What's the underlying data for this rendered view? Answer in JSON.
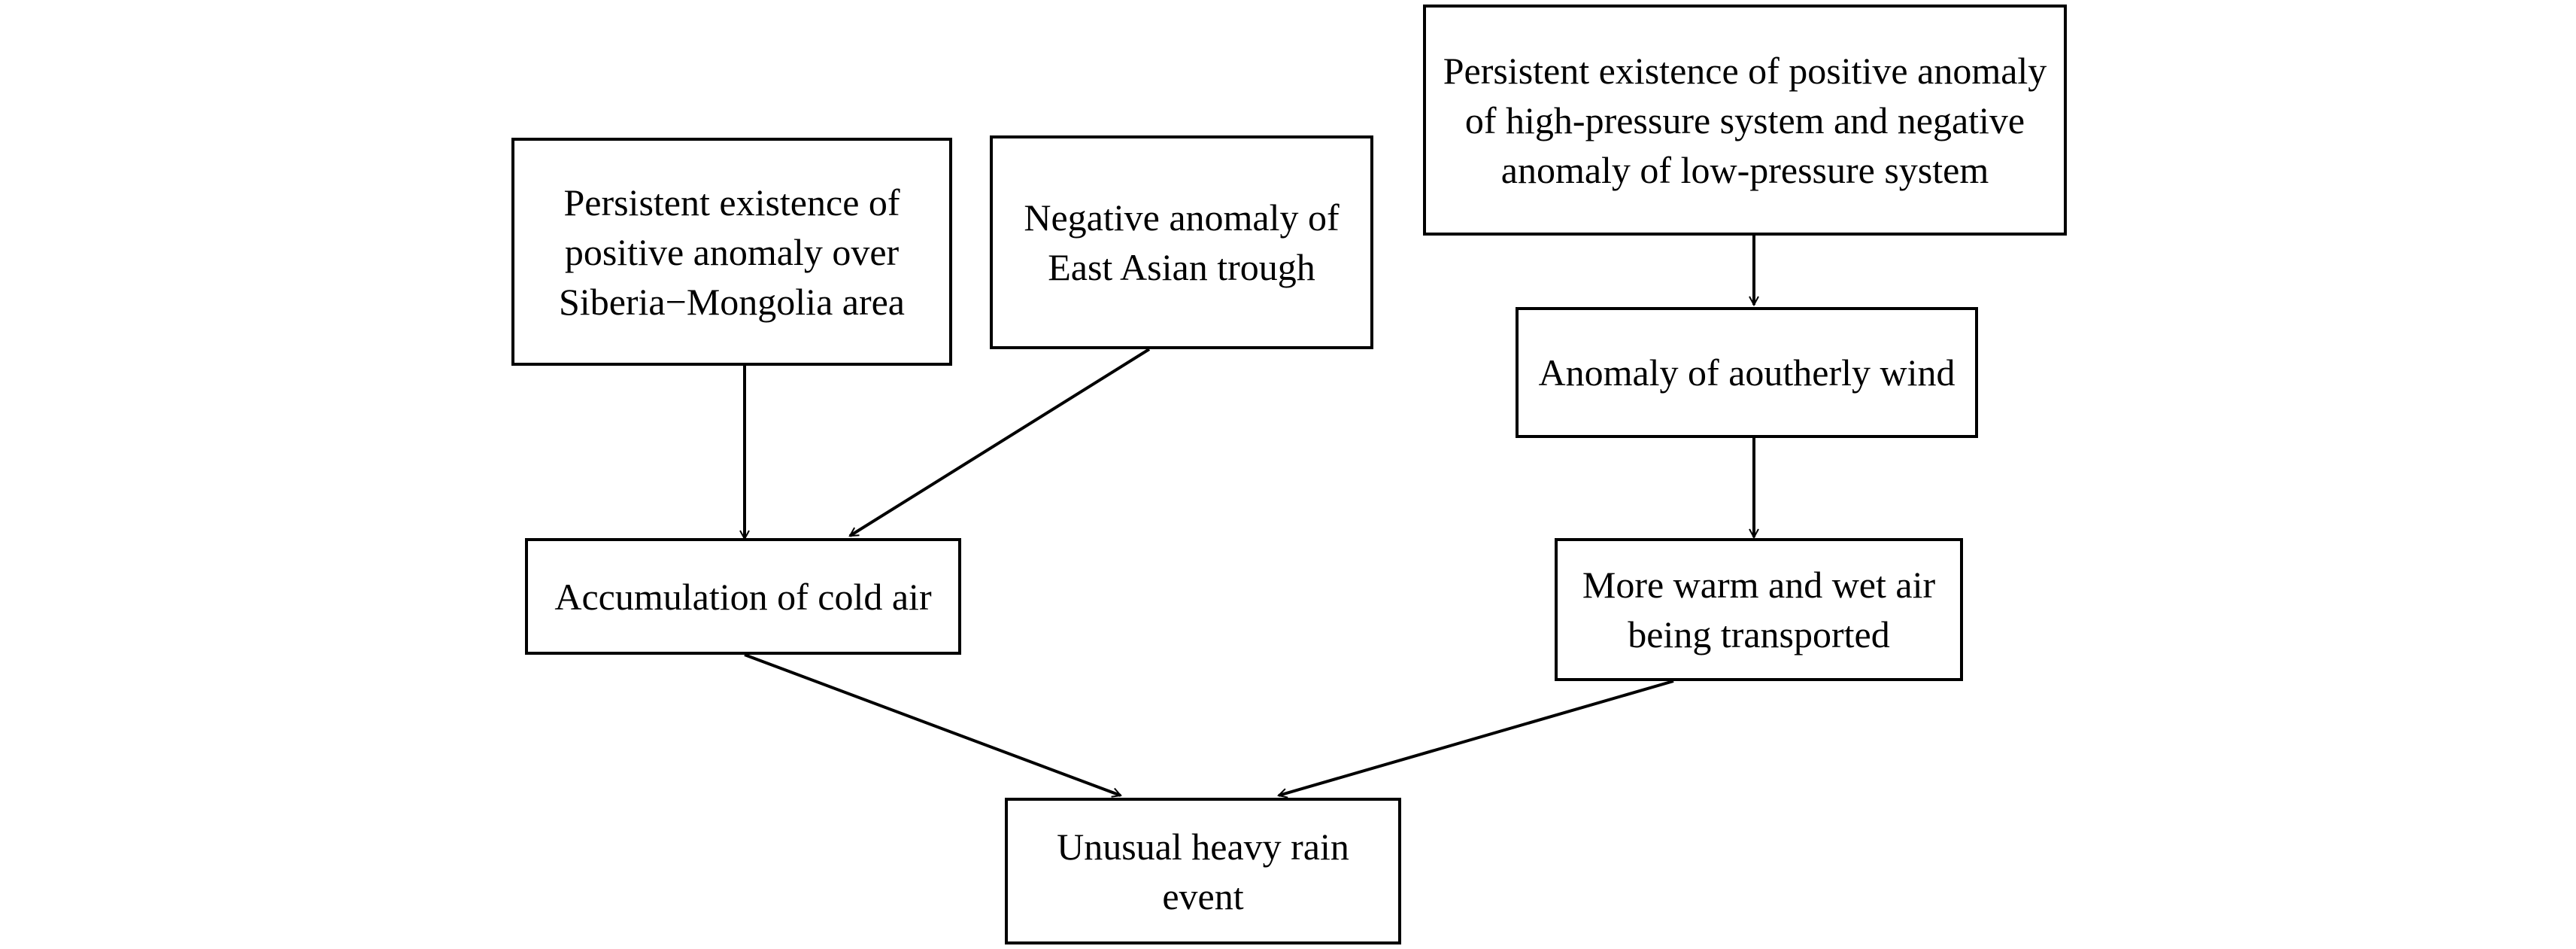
{
  "nodes": {
    "siberia": {
      "label": "Persistent existence of positive anomaly over Siberia−Mongolia area"
    },
    "east_asian_trough": {
      "label": "Negative anomaly of East Asian trough"
    },
    "pressure_system": {
      "label": "Persistent existence of positive anomaly of high-pressure system and negative anomaly of low-pressure system"
    },
    "southerly_wind": {
      "label": "Anomaly of aoutherly wind"
    },
    "cold_air": {
      "label": "Accumulation of cold air"
    },
    "warm_wet_air": {
      "label": "More warm and wet air being transported"
    },
    "heavy_rain": {
      "label": "Unusual heavy rain event"
    }
  },
  "edges": [
    {
      "from": "siberia",
      "to": "cold_air"
    },
    {
      "from": "east_asian_trough",
      "to": "cold_air"
    },
    {
      "from": "pressure_system",
      "to": "southerly_wind"
    },
    {
      "from": "southerly_wind",
      "to": "warm_wet_air"
    },
    {
      "from": "cold_air",
      "to": "heavy_rain"
    },
    {
      "from": "warm_wet_air",
      "to": "heavy_rain"
    }
  ],
  "colors": {
    "stroke": "#000000",
    "fill": "#ffffff"
  }
}
